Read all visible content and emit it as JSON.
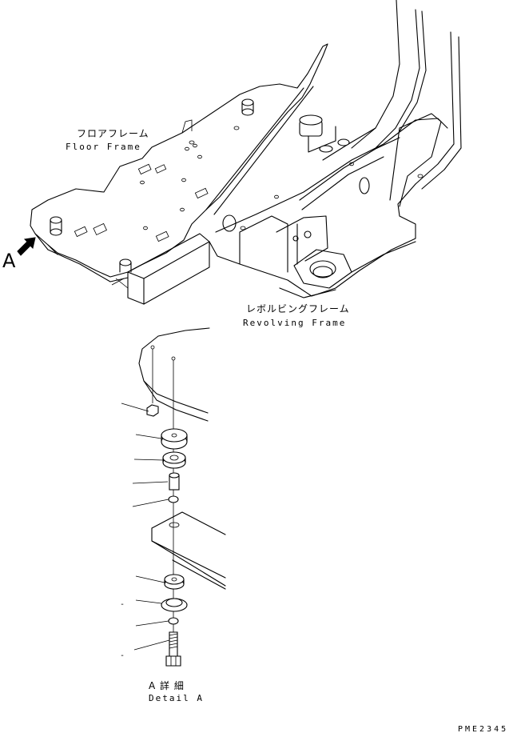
{
  "labels": {
    "floor_frame_jp": "フロアフレーム",
    "floor_frame_en": "Floor Frame",
    "revolving_frame_jp": "レボルビングフレーム",
    "revolving_frame_en": "Revolving Frame",
    "view_letter": "A",
    "detail_jp": "A 詳 細",
    "detail_en": "Detail A",
    "drawing_code": "PME2345",
    "dash_1": "-",
    "dash_2": "-"
  },
  "icons": {
    "view_arrow": "arrow-icon"
  }
}
